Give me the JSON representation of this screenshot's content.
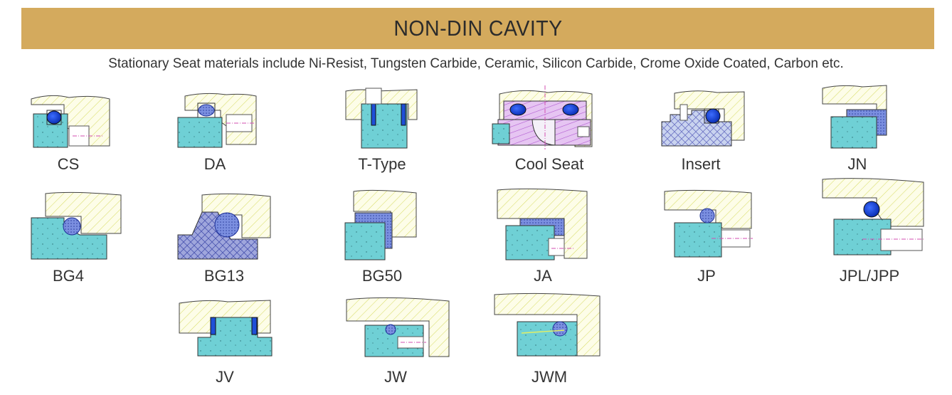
{
  "header": {
    "title": "NON-DIN CAVITY",
    "subtitle": "Stationary Seat materials include Ni-Resist, Tungsten Carbide, Ceramic, Silicon Carbide, Crome Oxide Coated, Carbon etc."
  },
  "colors": {
    "banner": "#d4aa5d",
    "housing_hatch": "#e9ec7a",
    "seat_teal": "#69cfd4",
    "oring_blue": "#1f4fd8",
    "carbon_purple": "#b36fd6",
    "crosshatch": "#8a8fd0"
  },
  "cavities": [
    {
      "label": "CS"
    },
    {
      "label": "DA"
    },
    {
      "label": "T-Type"
    },
    {
      "label": "Cool Seat"
    },
    {
      "label": "Insert"
    },
    {
      "label": "JN"
    },
    {
      "label": "BG4"
    },
    {
      "label": "BG13"
    },
    {
      "label": "BG50"
    },
    {
      "label": "JA"
    },
    {
      "label": "JP"
    },
    {
      "label": "JPL/JPP"
    },
    {
      "label": "JV"
    },
    {
      "label": "JW"
    },
    {
      "label": "JWM"
    }
  ]
}
